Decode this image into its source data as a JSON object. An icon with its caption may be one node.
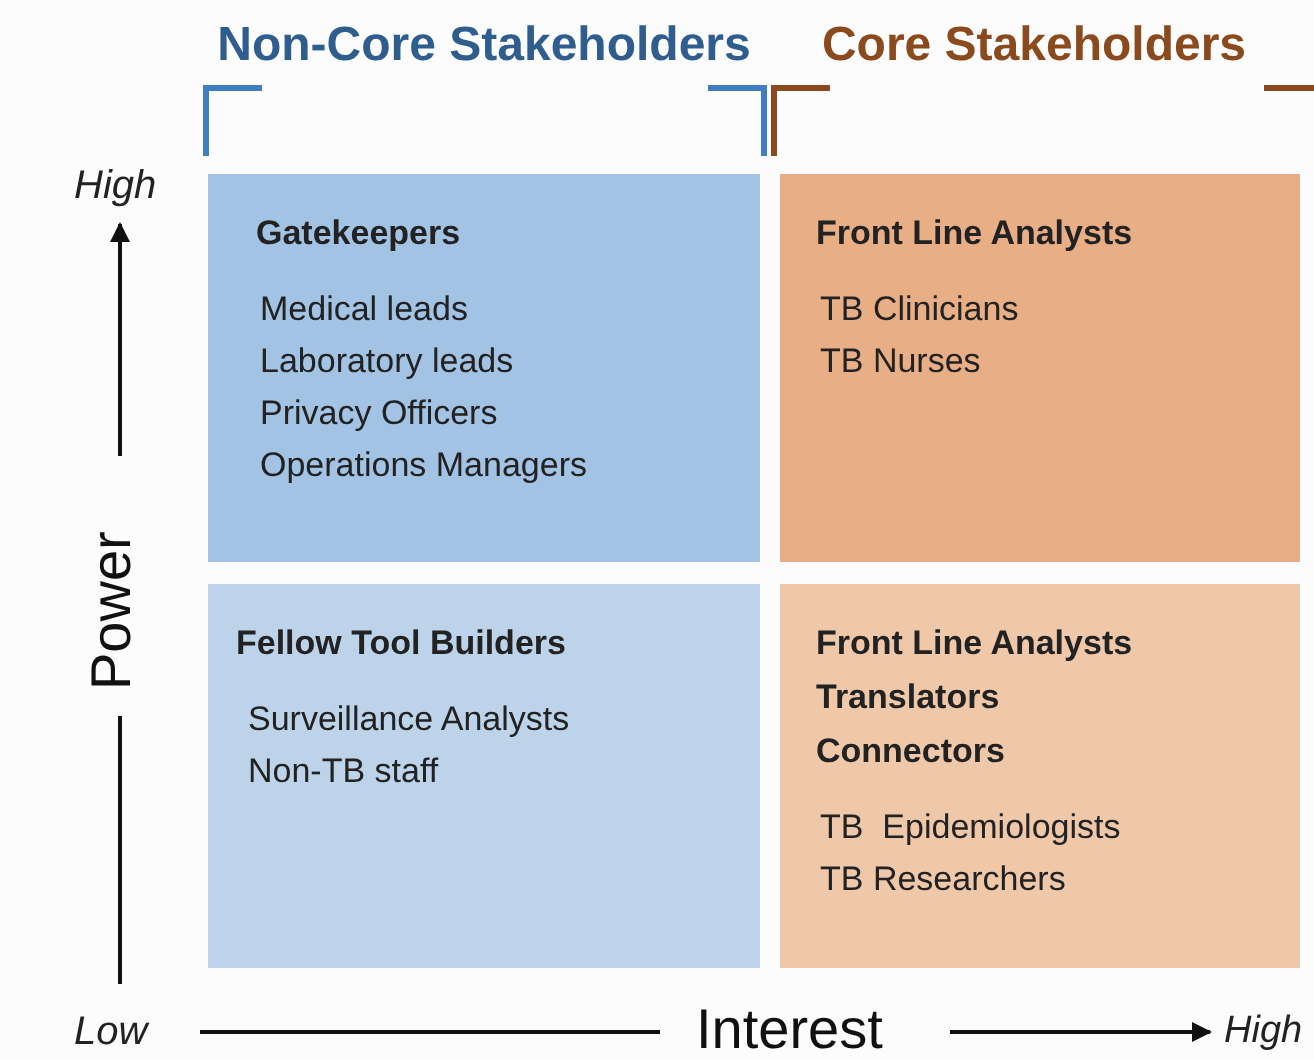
{
  "diagram": {
    "nodes": [
      {
        "text": [
          "Gatekeepers",
          "Medical leads",
          "Laboratory leads",
          "Privacy Officers",
          "Operations Managers"
        ]
      },
      {
        "text": [
          "Front Line Analysts",
          "TB Clinicians",
          "TB Nurses"
        ]
      },
      {
        "text": [
          "Fellow Tool Builders",
          "Surveillance Analysts",
          "Non-TB staff"
        ]
      },
      {
        "text": [
          "Front Line Analysts",
          "Translators",
          "Connectors",
          "TB  Epidemiologists",
          "TB Researchers"
        ]
      }
    ],
    "labels": [
      "Non-Core Stakeholders",
      "Core Stakeholders",
      "High",
      "Power",
      "Low",
      "Interest",
      "High"
    ]
  }
}
